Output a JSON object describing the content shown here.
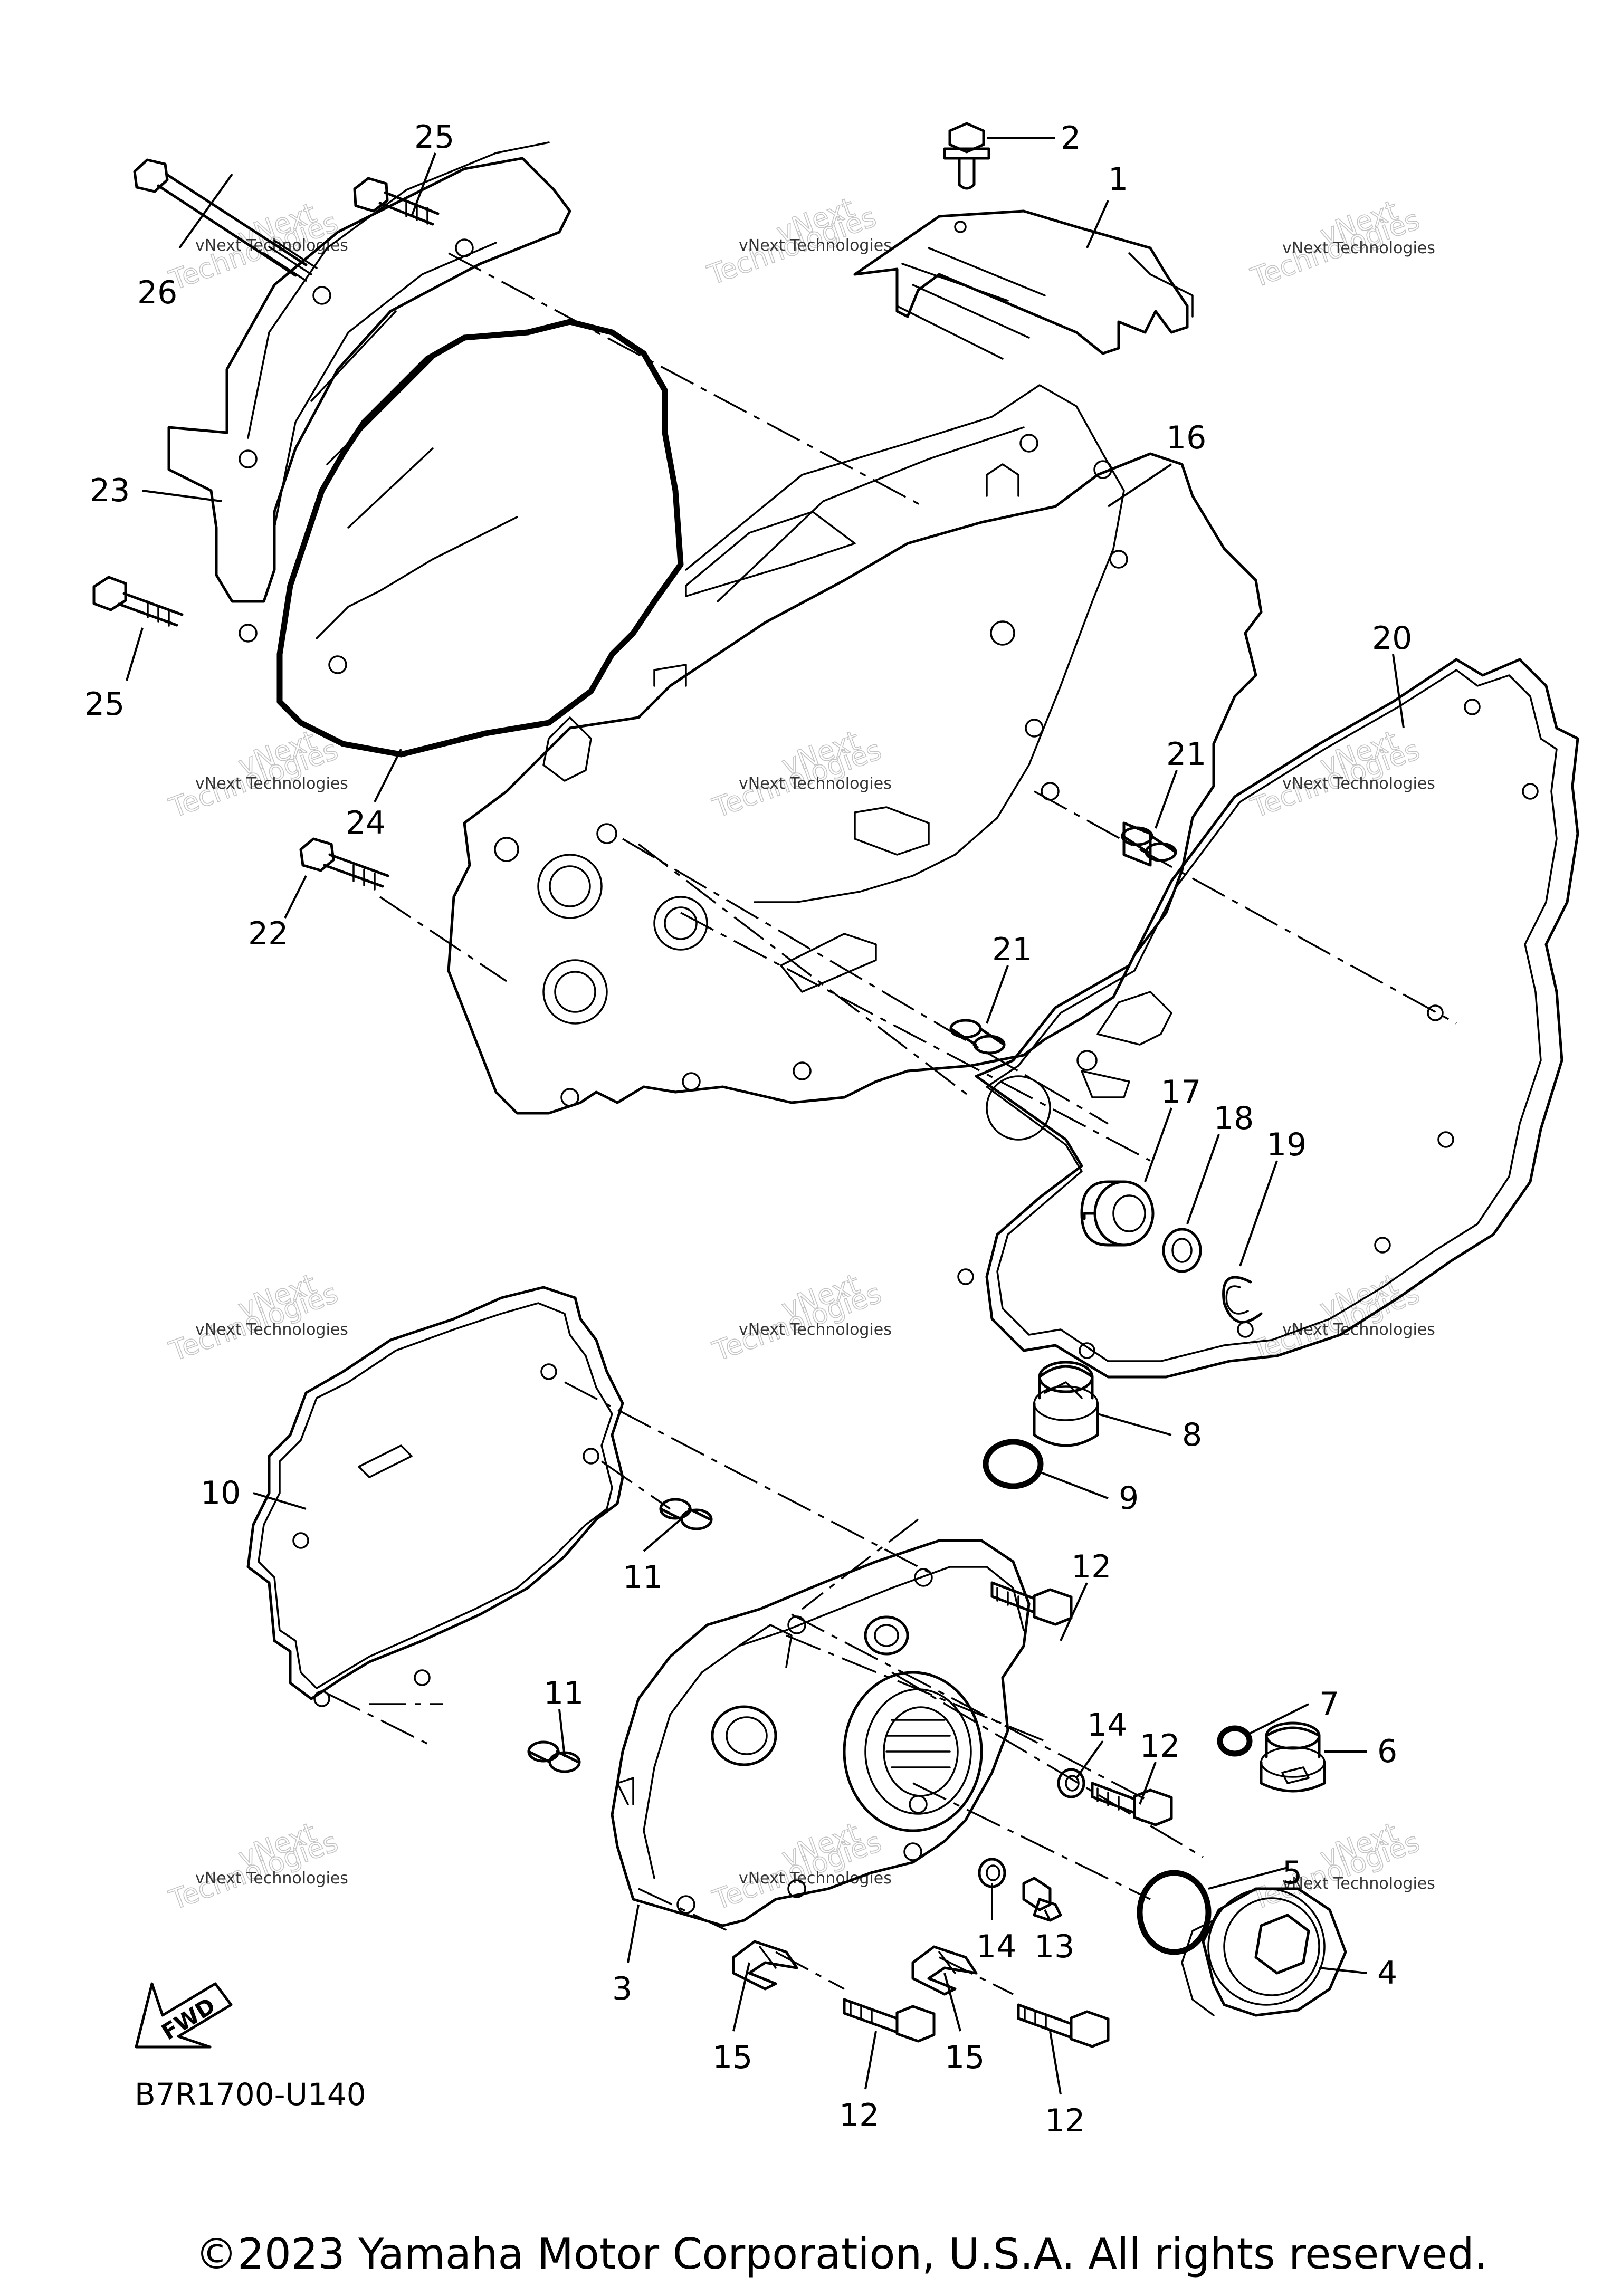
{
  "diagram_code": "B7R1700-U140",
  "copyright": "©2023 Yamaha Motor Corporation, U.S.A. All rights reserved.",
  "fwd_label": "FWD",
  "watermark": {
    "line1": "vNext Technologies",
    "line2": "vNext",
    "line3": "Technologies"
  },
  "callouts": {
    "c1": "1",
    "c2": "2",
    "c3": "3",
    "c4": "4",
    "c5": "5",
    "c6": "6",
    "c7": "7",
    "c8": "8",
    "c9": "9",
    "c10": "10",
    "c11a": "11",
    "c11b": "11",
    "c12a": "12",
    "c12b": "12",
    "c12c": "12",
    "c12d": "12",
    "c13": "13",
    "c14a": "14",
    "c14b": "14",
    "c15a": "15",
    "c15b": "15",
    "c16": "16",
    "c17": "17",
    "c18": "18",
    "c19": "19",
    "c20": "20",
    "c21a": "21",
    "c21b": "21",
    "c22": "22",
    "c23": "23",
    "c24": "24",
    "c25a": "25",
    "c25b": "25",
    "c26": "26"
  }
}
